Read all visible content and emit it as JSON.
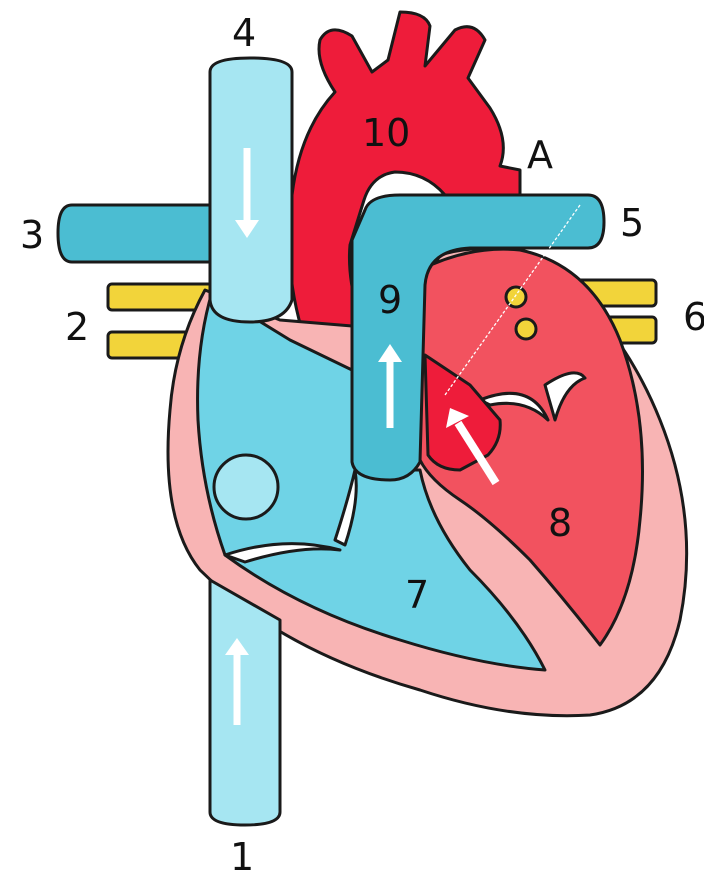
{
  "labels": {
    "l1": "1",
    "l2": "2",
    "l3": "3",
    "l4": "4",
    "l5": "5",
    "l6": "6",
    "l7": "7",
    "l8": "8",
    "l9": "9",
    "l10": "10",
    "lA": "A"
  },
  "colors": {
    "deoxygenated_blue": "#6fd3e6",
    "pale_blue": "#a6e6f2",
    "teal_blue": "#4bbdd2",
    "oxygenated_red": "#ee1c3a",
    "ventricle_red": "#f2525f",
    "myocardium_pink": "#f8b4b4",
    "nerve_yellow": "#f2d43a",
    "outline": "#1a1a1a",
    "arrow_white": "#ffffff"
  }
}
